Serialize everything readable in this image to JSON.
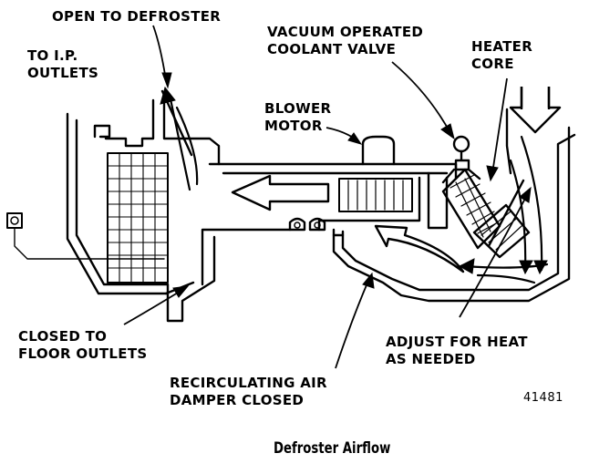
{
  "labels": {
    "open_to_defroster": "OPEN TO DEFROSTER",
    "to_ip_outlets": [
      "TO I.P.",
      "OUTLETS"
    ],
    "vacuum_valve": [
      "VACUUM OPERATED",
      "COOLANT VALVE"
    ],
    "heater_core": [
      "HEATER",
      "CORE"
    ],
    "blower_motor": [
      "BLOWER",
      "MOTOR"
    ],
    "closed_to_floor": [
      "CLOSED TO",
      "FLOOR OUTLETS"
    ],
    "adjust_heat": [
      "ADJUST FOR HEAT",
      "AS NEEDED"
    ],
    "recirc_damper": [
      "RECIRCULATING AIR",
      "DAMPER CLOSED"
    ]
  },
  "figure_number": "41481",
  "caption": "Defroster Airflow",
  "colors": {
    "ink": "#000000",
    "paper": "#ffffff"
  }
}
